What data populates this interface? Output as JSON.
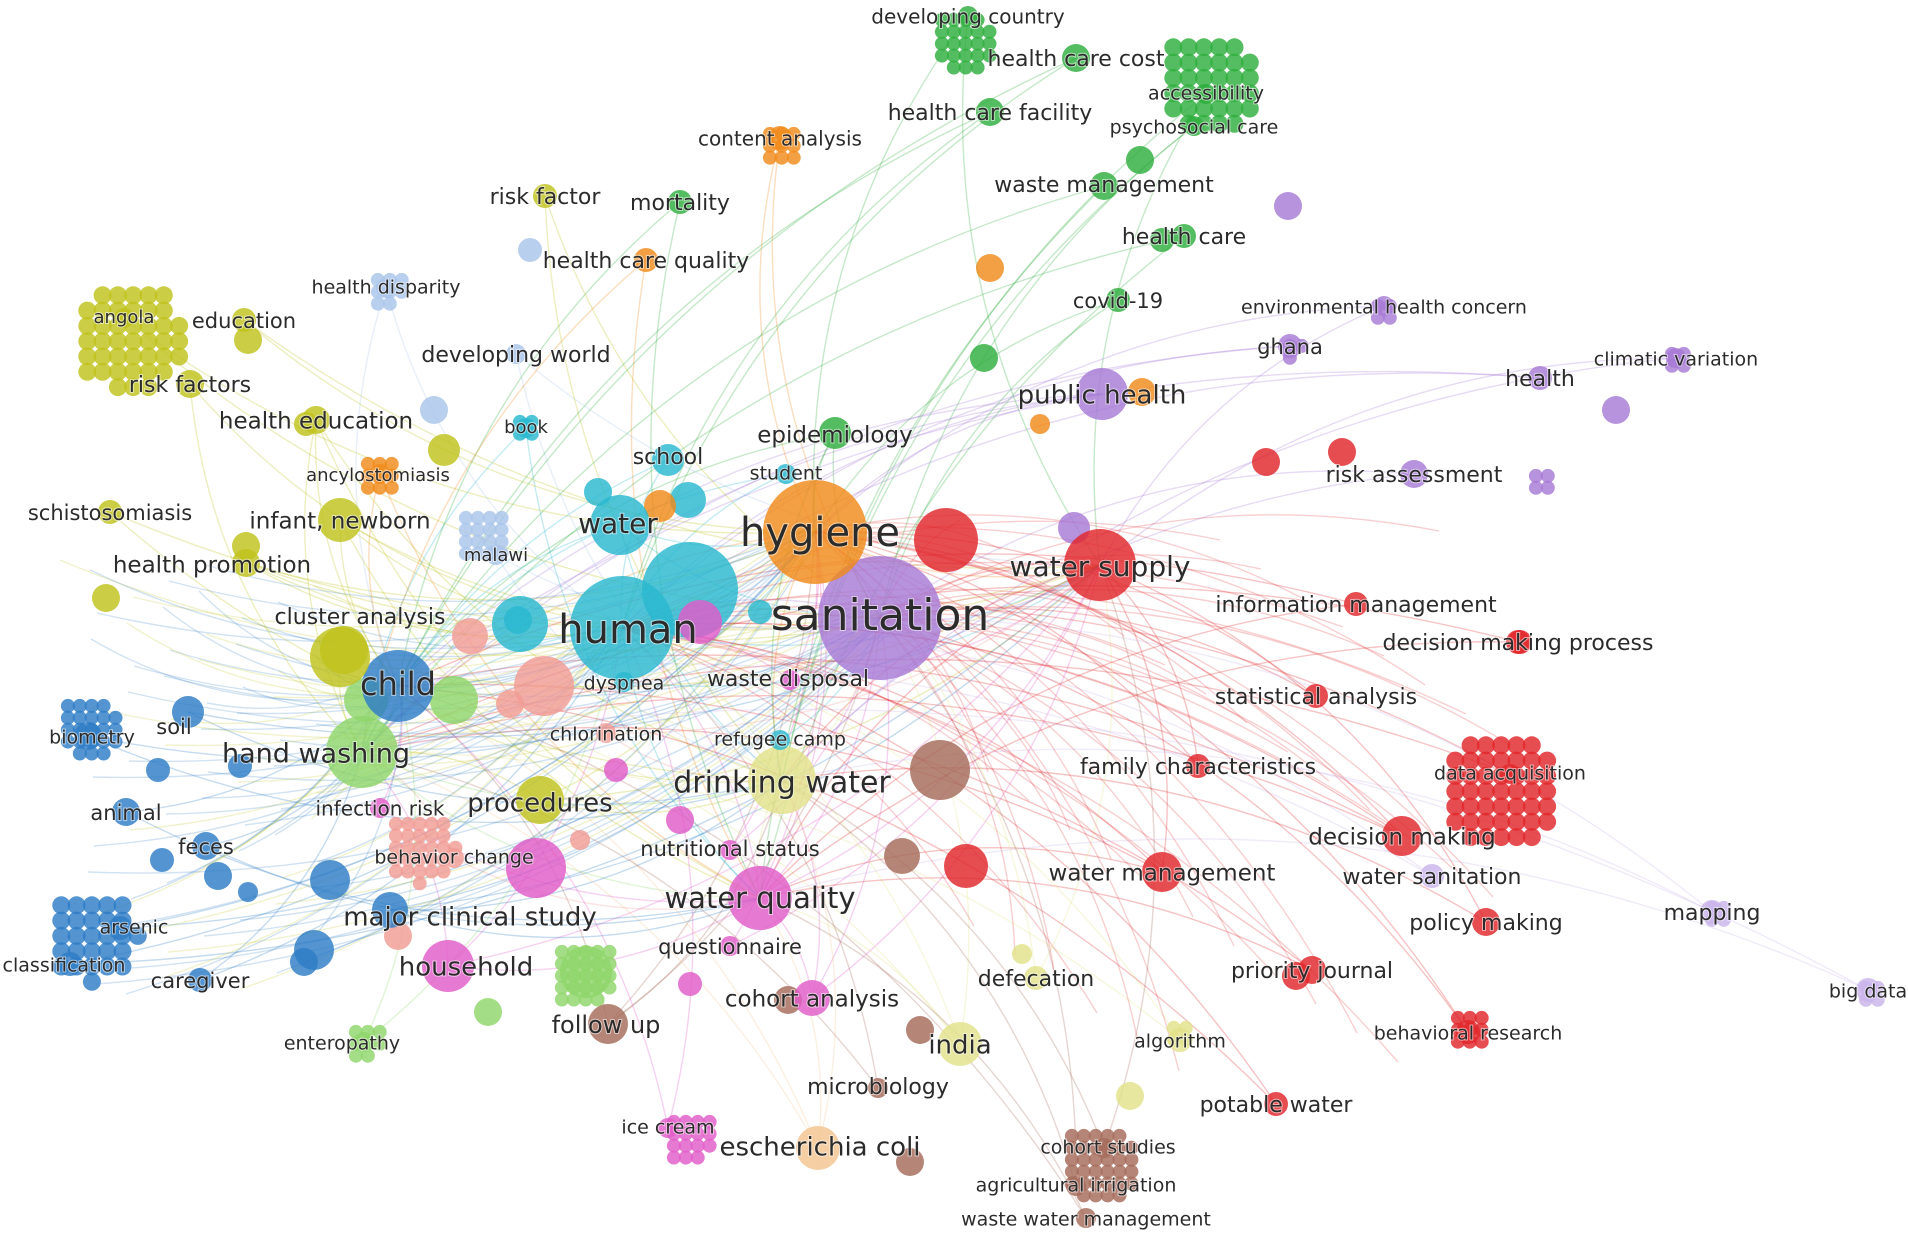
{
  "clusters": {
    "red": {
      "color": "#e0262b"
    },
    "green": {
      "color": "#2fae3e"
    },
    "blue": {
      "color": "#2e7cc6"
    },
    "yellow": {
      "color": "#bfc21c"
    },
    "purple": {
      "color": "#a77ad6"
    },
    "cyan": {
      "color": "#2ab8cf"
    },
    "orange": {
      "color": "#f08a1a"
    },
    "brown": {
      "color": "#a56b5a"
    },
    "pink": {
      "color": "#e05bc8"
    },
    "lightblue": {
      "color": "#a9c4ea"
    },
    "lightgreen": {
      "color": "#8fd66a"
    },
    "salmon": {
      "color": "#f29c95"
    },
    "khaki": {
      "color": "#e2e28a"
    },
    "peach": {
      "color": "#f3c58f"
    },
    "lavender": {
      "color": "#c9b5ea"
    }
  },
  "nodes": [
    {
      "label": "sanitation",
      "cluster": "purple",
      "weight": 10
    },
    {
      "label": "hygiene",
      "cluster": "orange",
      "weight": 8
    },
    {
      "label": "human",
      "cluster": "cyan",
      "weight": 8
    },
    {
      "label": "child",
      "cluster": "blue",
      "weight": 6
    },
    {
      "label": "water supply",
      "cluster": "red",
      "weight": 6
    },
    {
      "label": "water",
      "cluster": "cyan",
      "weight": 5
    },
    {
      "label": "drinking water",
      "cluster": "khaki",
      "weight": 6
    },
    {
      "label": "hand washing",
      "cluster": "lightgreen",
      "weight": 6
    },
    {
      "label": "water quality",
      "cluster": "pink",
      "weight": 5
    },
    {
      "label": "procedures",
      "cluster": "yellow",
      "weight": 4
    },
    {
      "label": "household",
      "cluster": "pink",
      "weight": 4
    },
    {
      "label": "public health",
      "cluster": "purple",
      "weight": 4
    },
    {
      "label": "major clinical study",
      "cluster": "blue",
      "weight": 3
    },
    {
      "label": "epidemiology",
      "cluster": "green",
      "weight": 3
    },
    {
      "label": "infant, newborn",
      "cluster": "yellow",
      "weight": 3
    },
    {
      "label": "health education",
      "cluster": "yellow",
      "weight": 3
    },
    {
      "label": "health promotion",
      "cluster": "yellow",
      "weight": 3
    },
    {
      "label": "cluster analysis",
      "cluster": "yellow",
      "weight": 3
    },
    {
      "label": "water management",
      "cluster": "red",
      "weight": 3
    },
    {
      "label": "decision making",
      "cluster": "red",
      "weight": 3
    },
    {
      "label": "cohort analysis",
      "cluster": "pink",
      "weight": 3
    },
    {
      "label": "follow up",
      "cluster": "brown",
      "weight": 3
    },
    {
      "label": "india",
      "cluster": "khaki",
      "weight": 3
    },
    {
      "label": "escherichia coli",
      "cluster": "peach",
      "weight": 3
    },
    {
      "label": "waste disposal",
      "cluster": "pink",
      "weight": 3
    },
    {
      "label": "dyspnea",
      "cluster": "cyan",
      "weight": 2
    },
    {
      "label": "school",
      "cluster": "cyan",
      "weight": 2
    },
    {
      "label": "student",
      "cluster": "cyan",
      "weight": 2
    },
    {
      "label": "chlorination",
      "cluster": "salmon",
      "weight": 2
    },
    {
      "label": "refugee camp",
      "cluster": "cyan",
      "weight": 2
    },
    {
      "label": "infection risk",
      "cluster": "pink",
      "weight": 2
    },
    {
      "label": "behavior change",
      "cluster": "salmon",
      "weight": 2
    },
    {
      "label": "nutritional status",
      "cluster": "pink",
      "weight": 2
    },
    {
      "label": "questionnaire",
      "cluster": "pink",
      "weight": 2
    },
    {
      "label": "microbiology",
      "cluster": "brown",
      "weight": 2
    },
    {
      "label": "ice cream",
      "cluster": "pink",
      "weight": 2
    },
    {
      "label": "soil",
      "cluster": "blue",
      "weight": 2
    },
    {
      "label": "biometry",
      "cluster": "blue",
      "weight": 2
    },
    {
      "label": "animal",
      "cluster": "blue",
      "weight": 2
    },
    {
      "label": "feces",
      "cluster": "blue",
      "weight": 2
    },
    {
      "label": "arsenic",
      "cluster": "blue",
      "weight": 2
    },
    {
      "label": "classification",
      "cluster": "blue",
      "weight": 2
    },
    {
      "label": "caregiver",
      "cluster": "blue",
      "weight": 2
    },
    {
      "label": "enteropathy",
      "cluster": "lightgreen",
      "weight": 2
    },
    {
      "label": "schistosomiasis",
      "cluster": "yellow",
      "weight": 2
    },
    {
      "label": "malawi",
      "cluster": "lightblue",
      "weight": 2
    },
    {
      "label": "ancylostomiasis",
      "cluster": "orange",
      "weight": 2
    },
    {
      "label": "book",
      "cluster": "cyan",
      "weight": 2
    },
    {
      "label": "angola",
      "cluster": "yellow",
      "weight": 2
    },
    {
      "label": "education",
      "cluster": "yellow",
      "weight": 2
    },
    {
      "label": "risk factors",
      "cluster": "yellow",
      "weight": 2
    },
    {
      "label": "health disparity",
      "cluster": "lightblue",
      "weight": 2
    },
    {
      "label": "developing world",
      "cluster": "lightblue",
      "weight": 2
    },
    {
      "label": "risk factor",
      "cluster": "yellow",
      "weight": 2
    },
    {
      "label": "mortality",
      "cluster": "green",
      "weight": 2
    },
    {
      "label": "health care quality",
      "cluster": "orange",
      "weight": 2
    },
    {
      "label": "content analysis",
      "cluster": "orange",
      "weight": 2
    },
    {
      "label": "developing country",
      "cluster": "green",
      "weight": 2
    },
    {
      "label": "health care cost",
      "cluster": "green",
      "weight": 2
    },
    {
      "label": "health care facility",
      "cluster": "green",
      "weight": 2
    },
    {
      "label": "accessibility",
      "cluster": "green",
      "weight": 2
    },
    {
      "label": "psychosocial care",
      "cluster": "green",
      "weight": 2
    },
    {
      "label": "waste management",
      "cluster": "green",
      "weight": 2
    },
    {
      "label": "health care",
      "cluster": "green",
      "weight": 2
    },
    {
      "label": "covid-19",
      "cluster": "green",
      "weight": 2
    },
    {
      "label": "environmental health concern",
      "cluster": "purple",
      "weight": 2
    },
    {
      "label": "ghana",
      "cluster": "purple",
      "weight": 2
    },
    {
      "label": "health",
      "cluster": "purple",
      "weight": 2
    },
    {
      "label": "climatic variation",
      "cluster": "purple",
      "weight": 2
    },
    {
      "label": "risk assessment",
      "cluster": "purple",
      "weight": 2
    },
    {
      "label": "information management",
      "cluster": "red",
      "weight": 2
    },
    {
      "label": "decision making process",
      "cluster": "red",
      "weight": 2
    },
    {
      "label": "statistical analysis",
      "cluster": "red",
      "weight": 2
    },
    {
      "label": "family characteristics",
      "cluster": "red",
      "weight": 2
    },
    {
      "label": "data acquisition",
      "cluster": "red",
      "weight": 2
    },
    {
      "label": "water sanitation",
      "cluster": "lavender",
      "weight": 2
    },
    {
      "label": "policy making",
      "cluster": "red",
      "weight": 2
    },
    {
      "label": "mapping",
      "cluster": "lavender",
      "weight": 2
    },
    {
      "label": "priority journal",
      "cluster": "red",
      "weight": 2
    },
    {
      "label": "big data",
      "cluster": "lavender",
      "weight": 2
    },
    {
      "label": "behavioral research",
      "cluster": "red",
      "weight": 2
    },
    {
      "label": "defecation",
      "cluster": "khaki",
      "weight": 2
    },
    {
      "label": "algorithm",
      "cluster": "khaki",
      "weight": 2
    },
    {
      "label": "potable water",
      "cluster": "red",
      "weight": 2
    },
    {
      "label": "cohort studies",
      "cluster": "brown",
      "weight": 2
    },
    {
      "label": "agricultural irrigation",
      "cluster": "brown",
      "weight": 2
    },
    {
      "label": "waste water management",
      "cluster": "brown",
      "weight": 2
    }
  ]
}
